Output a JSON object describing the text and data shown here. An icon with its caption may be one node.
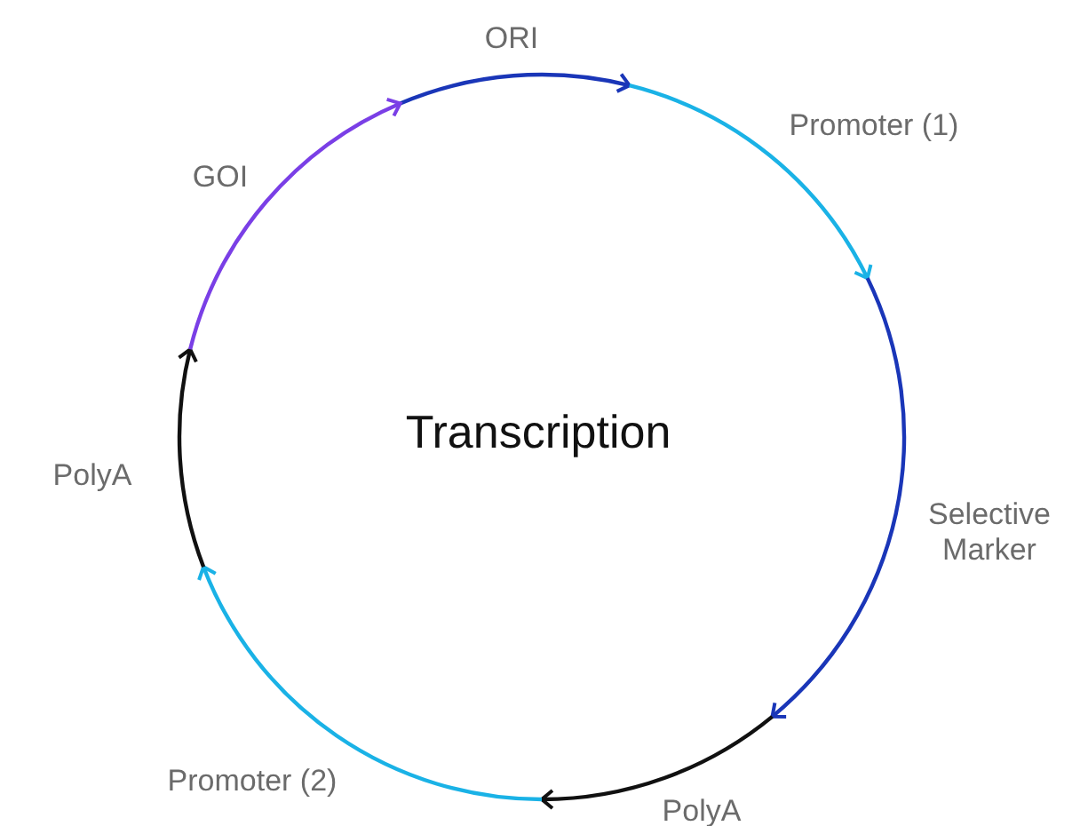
{
  "diagram": {
    "labels": [
      "ORI",
      "Promoter (1)",
      "GOI",
      "Transcription",
      "PolyA",
      "Selective Marker",
      "Promoter (2)",
      "PolyA"
    ]
  }
}
